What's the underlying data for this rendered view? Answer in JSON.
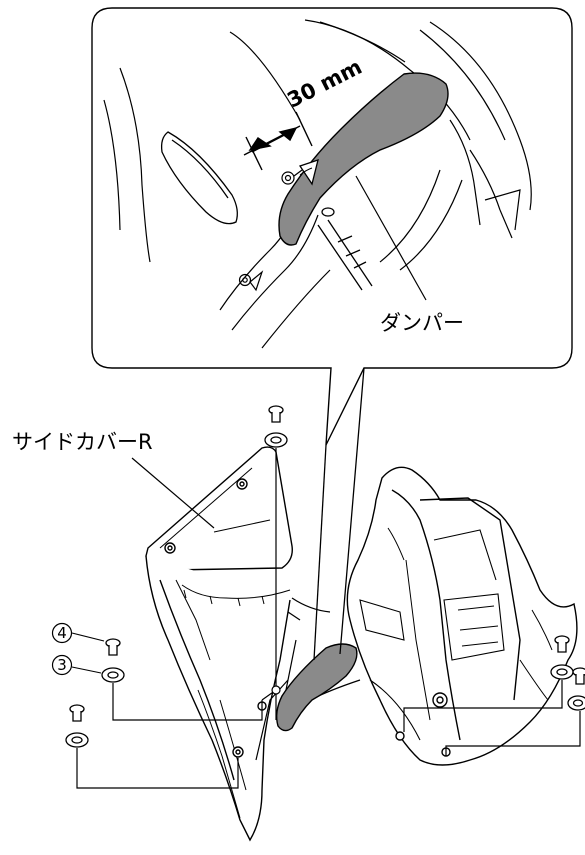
{
  "labels": {
    "side_cover": "サイドカバーR",
    "damper": "ダンパー",
    "dimension": "30 mm",
    "callout_4": "4",
    "callout_3": "3"
  },
  "colors": {
    "line": "#000000",
    "damper_fill": "#8a8a8a",
    "background": "#ffffff"
  }
}
